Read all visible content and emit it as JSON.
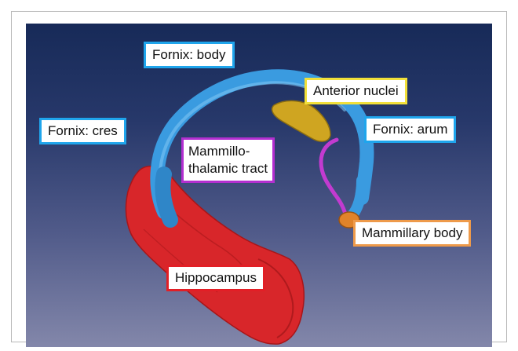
{
  "labels": {
    "fornix_body": "Fornix: body",
    "anterior_nuclei": "Anterior nuclei",
    "fornix_cres": "Fornix: cres",
    "fornix_arum": "Fornix: arum",
    "mammillothalamic_line1": "Mammillo-",
    "mammillothalamic_line2": "thalamic tract",
    "mammillary_body": "Mammillary body",
    "hippocampus": "Hippocampus"
  },
  "colors": {
    "fornix": "#3a9be0",
    "fornix_border": "#1fa5ec",
    "anterior_nuclei": "#cfa521",
    "anterior_nuclei_border": "#f2e03a",
    "mammillothalamic_tract": "#c23bd0",
    "mammillothalamic_border": "#b32fd0",
    "mammillary_body": "#e0832a",
    "mammillary_border": "#ee9a4a",
    "hippocampus": "#d8262a",
    "hippocampus_border": "#e21f26",
    "background_top": "#172a58",
    "background_bottom": "#8387aa"
  }
}
